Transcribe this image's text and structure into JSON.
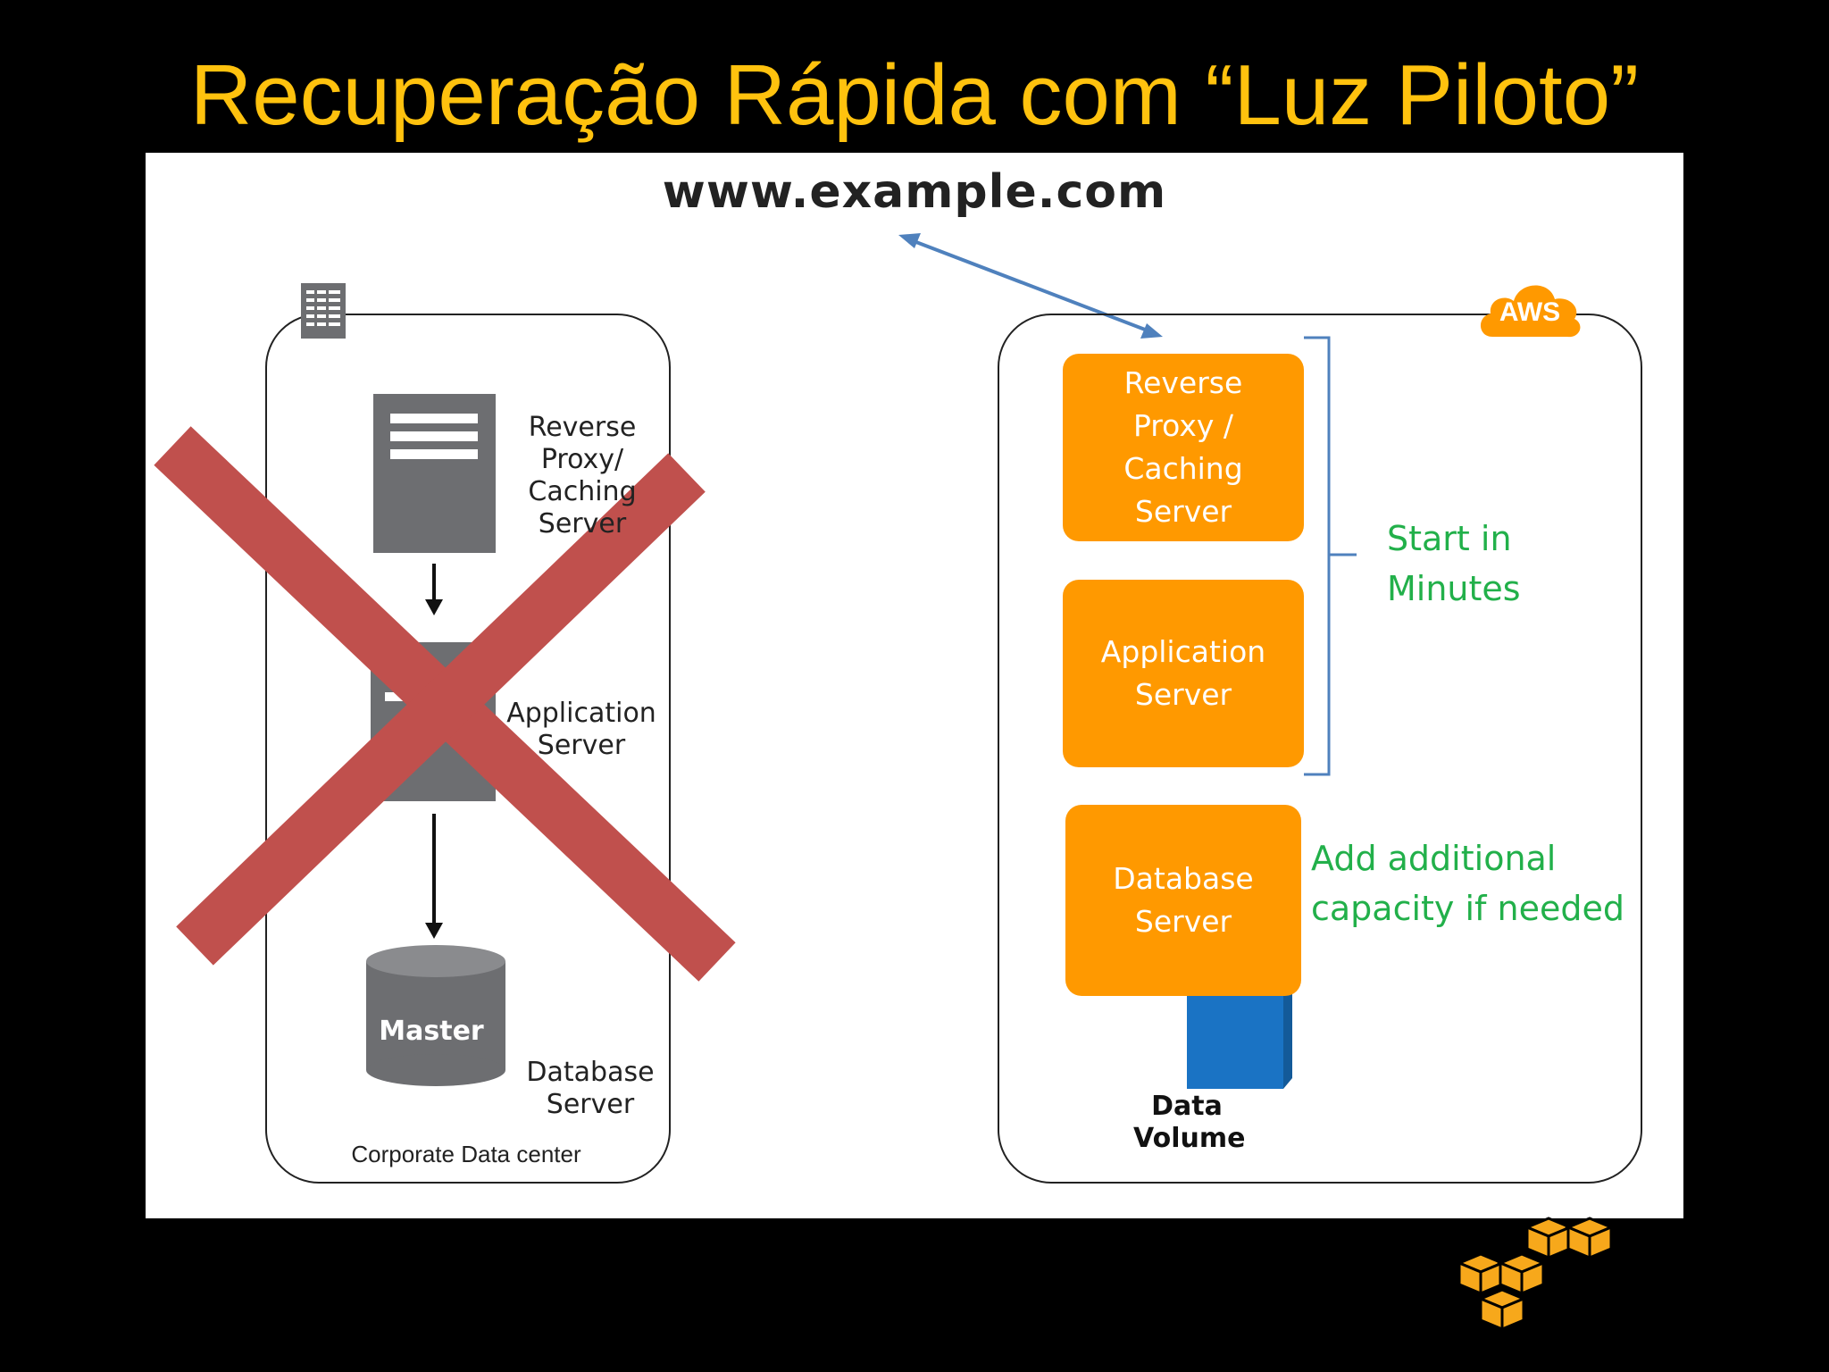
{
  "slide": {
    "title": "Recuperação Rápida com “Luz Piloto”"
  },
  "diagram": {
    "url": "www.example.com",
    "corporate": {
      "caption": "Corporate Data center",
      "proxy_label": "Reverse\nProxy/\nCaching\nServer",
      "app_label": "Application\nServer",
      "db_label": "Database\nServer",
      "master_label": "Master",
      "failed": true
    },
    "aws": {
      "badge": "AWS",
      "proxy_label": "Reverse\nProxy /\nCaching\nServer",
      "app_label": "Application\nServer",
      "db_label": "Database\nServer",
      "start_note": "Start in\nMinutes",
      "capacity_note": "Add additional\ncapacity if needed",
      "data_volume": "Data\nVolume"
    },
    "colors": {
      "title": "#ffc20e",
      "aws_orange": "#ff9900",
      "note_green": "#22b04a",
      "cross_red": "#c0504d",
      "arrow_blue": "#4f81bd",
      "volume_blue": "#1a73c4",
      "server_gray": "#6d6e71"
    },
    "icons": [
      "building-icon",
      "server-icon",
      "database-icon",
      "aws-cloud-icon",
      "aws-cubes-logo"
    ]
  }
}
